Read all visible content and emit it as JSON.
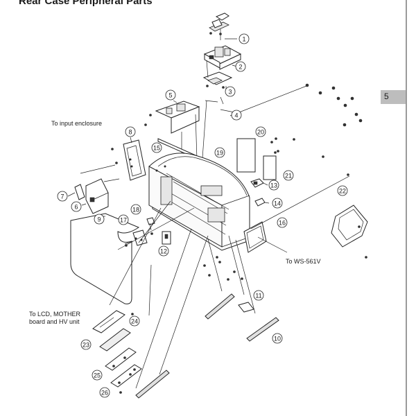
{
  "page": {
    "title": "Rear Case Peripheral Parts",
    "section_tab": "5"
  },
  "annotations": {
    "input_enclosure": "To input enclosure",
    "lcd_line1": "To LCD, MOTHER",
    "lcd_line2": "board and HV unit",
    "ws561v": "To WS-561V"
  },
  "callouts": [
    "1",
    "2",
    "3",
    "4",
    "5",
    "6",
    "7",
    "8",
    "9",
    "10",
    "11",
    "12",
    "13",
    "14",
    "15",
    "16",
    "17",
    "18",
    "19",
    "20",
    "21",
    "22",
    "23",
    "24",
    "25",
    "26"
  ],
  "colors": {
    "line": "#222222",
    "tab": "#bdbdbd",
    "rule": "#9a9a9a"
  }
}
